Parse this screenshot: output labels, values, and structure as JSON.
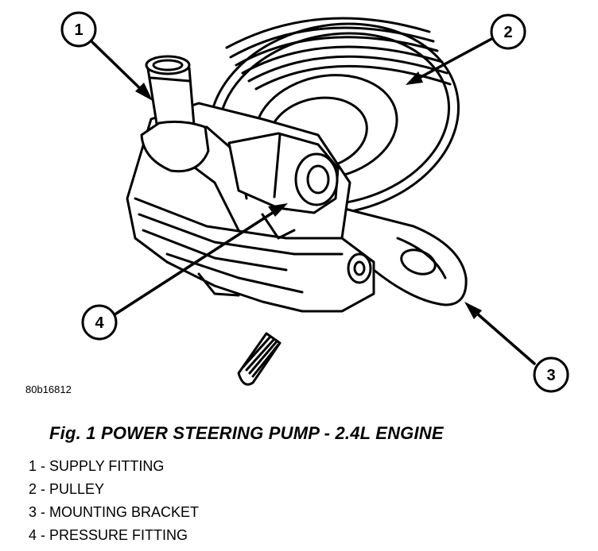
{
  "figure": {
    "code": "80b16812",
    "caption": "Fig. 1 POWER STEERING PUMP - 2.4L ENGINE",
    "callouts": [
      "1",
      "2",
      "3",
      "4"
    ],
    "legend": [
      "1 - SUPPLY FITTING",
      "2 - PULLEY",
      "3 - MOUNTING BRACKET",
      "4 - PRESSURE FITTING"
    ]
  }
}
